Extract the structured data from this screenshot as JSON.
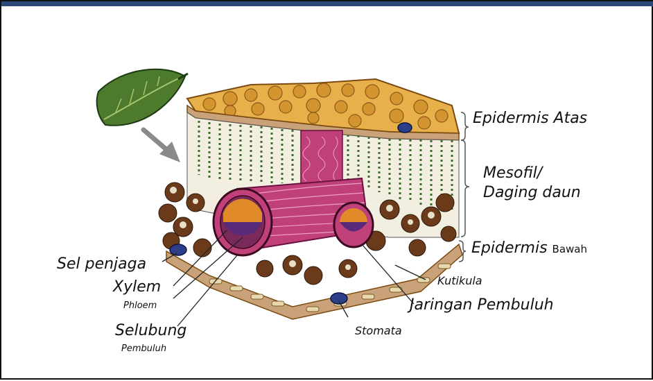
{
  "labels": {
    "epidermis_atas": "Epidermis Atas",
    "mesofil_line1": "Mesofil/",
    "mesofil_line2": "Daging daun",
    "epidermis_bawah": "Epidermis",
    "epidermis_bawah_small": "Bawah",
    "sel_penjaga": "Sel penjaga",
    "xylem": "Xylem",
    "phloem": "Phloem",
    "selubung": "Selubung",
    "pembuluh": "Pembuluh",
    "stomata": "Stomata",
    "kutikula": "Kutikula",
    "jaringan_pembuluh": "Jaringan Pembuluh"
  },
  "colors": {
    "header": "#2b4a7a",
    "upper_epidermis": "#e8b04a",
    "mesophyll_green": "#3f6b2c",
    "vein_pink": "#c0407a",
    "xylem_orange": "#e08a2a",
    "phloem_purple": "#5a2a7a",
    "stomata_blue": "#2e3f8a"
  }
}
